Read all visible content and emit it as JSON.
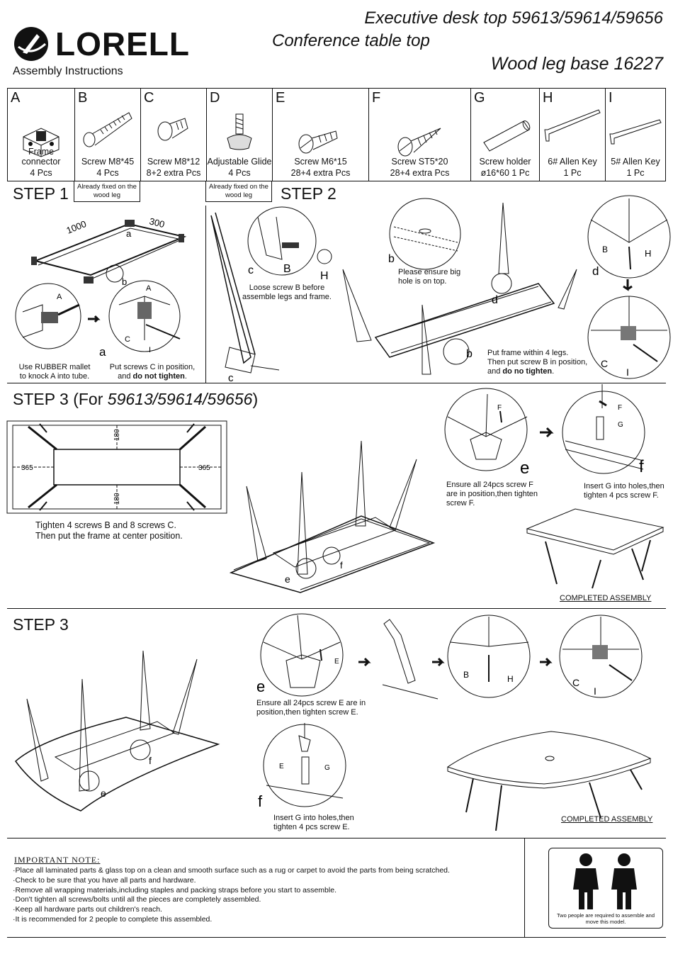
{
  "header": {
    "brand": "LORELL",
    "subtitle": "Assembly Instructions",
    "title_line1": "Executive desk top 59613/59614/59656",
    "title_line2": "Conference table top",
    "title_line3": "Wood leg base 16227"
  },
  "parts": [
    {
      "letter": "A",
      "name": "Frame connector",
      "qty": "4 Pcs"
    },
    {
      "letter": "B",
      "name": "Screw M8*45",
      "qty": "4 Pcs"
    },
    {
      "letter": "C",
      "name": "Screw M8*12",
      "qty": "8+2 extra Pcs"
    },
    {
      "letter": "D",
      "name": "Adjustable Glide",
      "qty": "4 Pcs"
    },
    {
      "letter": "E",
      "name": "Screw M6*15",
      "qty": "28+4 extra Pcs"
    },
    {
      "letter": "F",
      "name": "Screw ST5*20",
      "qty": "28+4 extra Pcs"
    },
    {
      "letter": "G",
      "name": "Screw holder",
      "qty": "ø16*60  1 Pc"
    },
    {
      "letter": "H",
      "name": "6# Allen Key",
      "qty": "1 Pc"
    },
    {
      "letter": "I",
      "name": "5# Allen Key",
      "qty": "1 Pc"
    }
  ],
  "notes": {
    "fixed_b": "Already fixed on the wood leg",
    "fixed_d": "Already fixed on the wood leg"
  },
  "step1": {
    "title": "STEP 1",
    "dim_1000": "1000",
    "dim_300": "300",
    "label_a": "a",
    "label_b": "b",
    "caption_left": "Use RUBBER mallet to knock A into tube.",
    "caption_right_1": "Put screws C in position,",
    "caption_right_2a": "and ",
    "caption_right_2b": "do not tighten",
    "caption_right_2c": "."
  },
  "step2": {
    "title": "STEP 2",
    "loose_caption": "Loose screw B before assemble legs and frame.",
    "big_hole_caption": "Please ensure big hole is on top.",
    "frame_caption_1": "Put frame within 4 legs.",
    "frame_caption_2": "Then put screw B in position,",
    "frame_caption_3a": "and ",
    "frame_caption_3b": "do no tighten",
    "frame_caption_3c": ".",
    "label_c": "c",
    "label_b": "b",
    "label_d": "d",
    "label_B": "B",
    "label_H": "H",
    "label_C": "C",
    "label_I": "I"
  },
  "step3a": {
    "title_prefix": "STEP 3 (For ",
    "title_models": "59613/59614/59656",
    "title_suffix": ")",
    "dim_180_top": "180",
    "dim_180_bottom": "180",
    "dim_365_left": "365",
    "dim_365_right": "365",
    "tighten_caption_1": "Tighten 4 screws B and 8 screws C.",
    "tighten_caption_2": "Then put the frame at center position.",
    "e_caption": "Ensure all 24pcs screw F are in position,then tighten screw F.",
    "f_caption": "Insert G into holes,then tighten 4 pcs screw F.",
    "label_e": "e",
    "label_f": "f",
    "label_F": "F",
    "label_G": "G",
    "completed": "COMPLETED ASSEMBLY"
  },
  "step3b": {
    "title": "STEP 3",
    "e_caption": "Ensure all 24pcs screw E are in position,then tighten screw E.",
    "f_caption": "Insert G into holes,then tighten 4 pcs screw E.",
    "label_e": "e",
    "label_f": "f",
    "label_E": "E",
    "label_G": "G",
    "label_B": "B",
    "label_H": "H",
    "label_C": "C",
    "label_I": "I",
    "completed": "COMPLETED ASSEMBLY"
  },
  "important": {
    "title": "IMPORTANT NOTE:",
    "items": [
      "·Place all laminated parts & glass top on a clean and smooth surface such as a rug or carpet to avoid the parts from being scratched.",
      "·Check to be sure that you have all parts and hardware.",
      "·Remove all wrapping materials,including staples and packing straps before you start to assemble.",
      "·Don't tighten all screws/bolts until all the pieces are completely assembled.",
      "·Keep all hardware parts out children's reach.",
      "·It is recommended for 2 people to complete this assembled."
    ],
    "two_people": "Two people are required to assemble and move this model."
  }
}
